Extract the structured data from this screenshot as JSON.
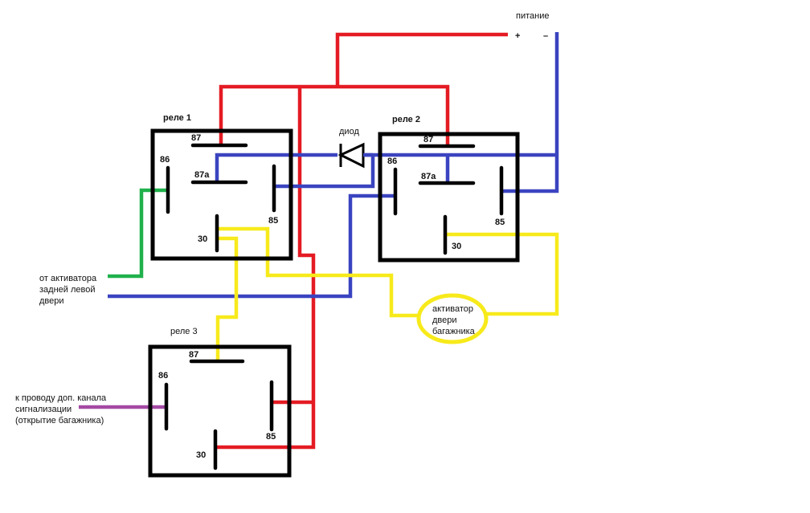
{
  "power": {
    "label": "питание",
    "plus": "+",
    "minus": "–"
  },
  "diode_label": "диод",
  "relays": [
    {
      "title": "реле 1",
      "pins": {
        "p87": "87",
        "p87a": "87a",
        "p86": "86",
        "p85": "85",
        "p30": "30"
      }
    },
    {
      "title": "реле 2",
      "pins": {
        "p87": "87",
        "p87a": "87a",
        "p86": "86",
        "p85": "85",
        "p30": "30"
      }
    },
    {
      "title": "реле 3",
      "pins": {
        "p87": "87",
        "p86": "86",
        "p85": "85",
        "p30": "30"
      }
    }
  ],
  "labels": {
    "door_actuator": [
      "от активатора",
      "задней левой",
      "двери"
    ],
    "alarm_channel": [
      "к проводу доп. канала",
      "сигнализации",
      "(открытие багажника)"
    ],
    "trunk_actuator": [
      "активатор",
      "двери",
      "багажника"
    ]
  },
  "colors": {
    "positive": "#e41b23",
    "negative": "#3a44c0",
    "trunk": "#f7ea1b",
    "door": "#20b14c",
    "alarm": "#a349a4"
  }
}
